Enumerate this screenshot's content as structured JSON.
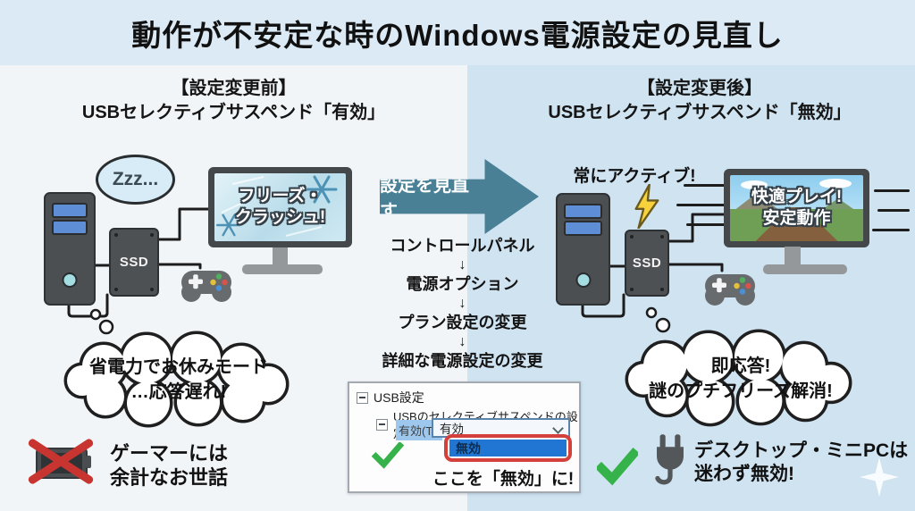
{
  "title": "動作が不安定な時のWindows電源設定の見直し",
  "left": {
    "heading_line1": "【設定変更前】",
    "heading_line2": "USBセレクティブサスペンド「有効」",
    "zzz_bubble": "Zzz...",
    "ssd_label": "SSD",
    "monitor_line1": "フリーズ・",
    "monitor_line2": "クラッシュ!",
    "cloud_line1": "省電力でお休みモード",
    "cloud_line2": "…応答遅れ!",
    "caption_line1": "ゲーマーには",
    "caption_line2": "余計なお世話"
  },
  "center": {
    "arrow_label": "設定を見直す",
    "arrow_down": "↓",
    "steps": [
      "コントロールパネル",
      "電源オプション",
      "プラン設定の変更",
      "詳細な電源設定の変更"
    ],
    "dialog": {
      "node1": "USB設定",
      "node2": "USBのセレクティブサスペンドの設定",
      "field_label": "有効(T):",
      "field_value": "有効",
      "option_highlighted": "無効",
      "caption": "ここを「無効」に!"
    }
  },
  "right": {
    "heading_line1": "【設定変更後】",
    "heading_line2": "USBセレクティブサスペンド「無効」",
    "active_label": "常にアクティブ!",
    "ssd_label": "SSD",
    "monitor_line1": "快適プレイ!",
    "monitor_line2": "安定動作",
    "cloud_line1": "即応答!",
    "cloud_line2": "謎のプチフリーズ解消!",
    "caption_line1": "デスクトップ・ミニPCは",
    "caption_line2": "迷わず無効!"
  },
  "icons": {
    "collapse": "⊟",
    "chevron-down": "˅",
    "check": "✓",
    "cross": "✕",
    "lightning": "⚡",
    "plug": "🔌",
    "battery": "🔋",
    "sparkle": "✦",
    "down_arrow": "↓"
  },
  "colors": {
    "title_band": "#dbeaf5",
    "panel_left": "#f2f5f8",
    "panel_right": "#cfe3f1",
    "arrow_teal": "#4a8096",
    "selection_blue": "#2176d3",
    "highlight_red": "#d4403c",
    "check_green": "#35b24a",
    "cross_red": "#c8342f",
    "bolt_yellow": "#f8d23d",
    "device_gray": "#4c4f52"
  }
}
